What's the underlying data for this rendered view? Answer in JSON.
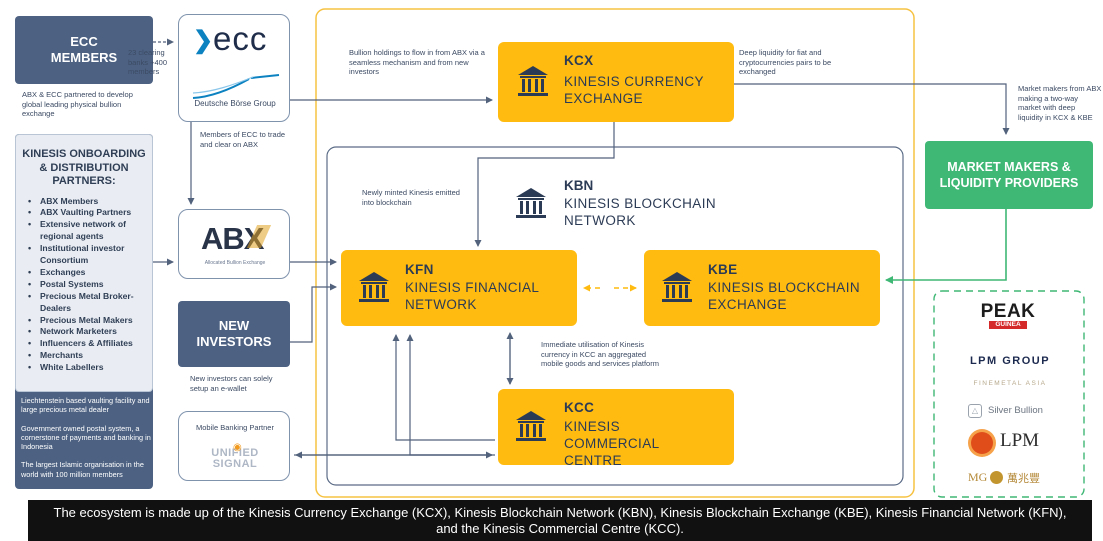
{
  "ecc_members": {
    "title": "ECC MEMBERS"
  },
  "ecc_logo": {
    "wordmark": "ecc",
    "subtitle": "Deutsche Börse Group"
  },
  "notes": {
    "clearing_banks": "23 clearing banks +400 members",
    "abx_ecc": "ABX & ECC partnered to develop global leading physical bullion exchange",
    "members_of_ecc": "Members of ECC to trade and clear on ABX",
    "bullion_holdings": "Bullion holdings to flow in from ABX via a seamless mechanism and from new investors",
    "deep_liquidity": "Deep liquidity for fiat and cryptocurrencies pairs to be exchanged",
    "market_makers_note": "Market makers from ABX making a two-way market with deep liquidity in KCX & KBE",
    "newly_minted": "Newly minted Kinesis emitted into blockchain",
    "immediate_utilisation": "Immediate utilisation of Kinesis currency in KCC an aggregated mobile goods and services platform",
    "new_investors_note": "New investors can solely setup an e-wallet"
  },
  "partners": {
    "title": "KINESIS ONBOARDING & DISTRIBUTION PARTNERS:",
    "items": [
      "ABX Members",
      "ABX Vaulting Partners",
      "Extensive network of regional agents",
      "Institutional investor Consortium",
      "Exchanges",
      "Postal Systems",
      "Precious Metal Broker-Dealers",
      "Precious Metal Makers",
      "Network Marketers",
      "Influencers & Affiliates",
      "Merchants",
      "White Labellers"
    ],
    "footnotes": [
      "Liechtenstein based vaulting facility and large precious metal dealer",
      "Government owned postal system, a cornerstone of payments and banking in Indonesia",
      "The largest Islamic organisation in the world with 100 million members"
    ]
  },
  "abx_logo": {
    "wordmark": "ABX",
    "subtitle": "Allocated Bullion Exchange"
  },
  "new_investors": {
    "title": "NEW INVESTORS"
  },
  "mobile_banking": {
    "label": "Mobile Banking Partner",
    "wordmark": "UNIFIED SIGNAL"
  },
  "kcx": {
    "code": "KCX",
    "name": "KINESIS CURRENCY EXCHANGE"
  },
  "kbn": {
    "code": "KBN",
    "name": "KINESIS BLOCKCHAIN NETWORK"
  },
  "kfn": {
    "code": "KFN",
    "name": "KINESIS FINANCIAL NETWORK"
  },
  "kbe": {
    "code": "KBE",
    "name": "KINESIS BLOCKCHAIN EXCHANGE"
  },
  "kcc": {
    "code": "KCC",
    "name": "KINESIS COMMERCIAL CENTRE"
  },
  "market_makers": {
    "title": "MARKET MAKERS & LIQUIDITY PROVIDERS"
  },
  "provider_logos": {
    "peak": "PEAK",
    "peak_sub": "GUINEA",
    "lpm_group": "LPM GROUP",
    "finemetal": "FINEMETAL ASIA",
    "silver_bullion": "Silver Bullion",
    "lpm": "LPM",
    "mg": "MG",
    "mg_cn": "萬兆豐"
  },
  "caption": "The ecosystem is made up of the Kinesis Currency Exchange (KCX), Kinesis Blockchain Network (KBN), Kinesis Blockchain Exchange (KBE), Kinesis Financial Network (KFN), and the Kinesis Commercial Centre (KCC).",
  "colors": {
    "gold": "#ffbb0f",
    "navy": "#4d6283",
    "green": "#3fb775",
    "border_blue": "#7f93ad",
    "outer_gold": "#f6c242"
  }
}
